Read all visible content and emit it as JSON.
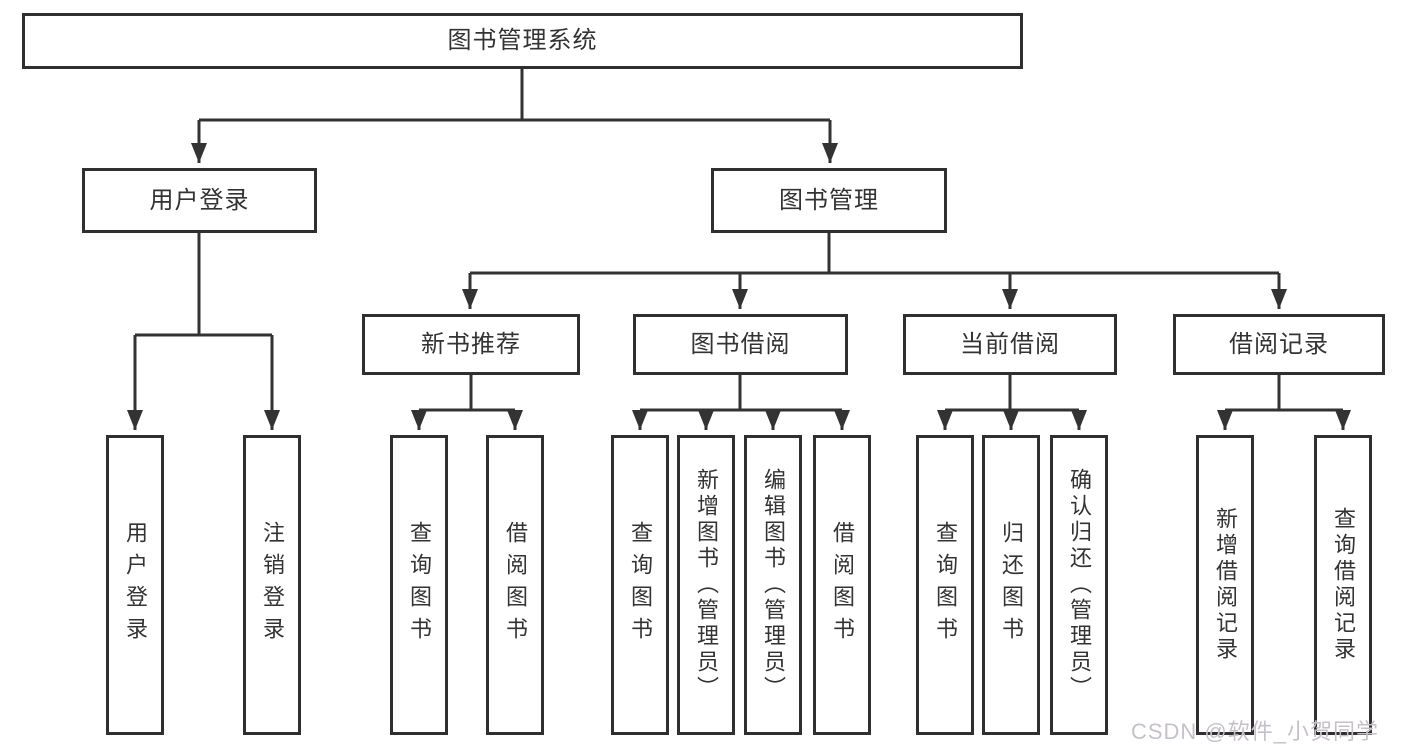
{
  "diagram": {
    "root_label": "图书管理系统",
    "user_login": {
      "label": "用户登录",
      "children": [
        "用户登录",
        "注销登录"
      ]
    },
    "book_management": {
      "label": "图书管理",
      "new_books": {
        "label": "新书推荐",
        "children": [
          "查询图书",
          "借阅图书"
        ]
      },
      "book_borrow": {
        "label": "图书借阅",
        "children": [
          "查询图书",
          "新增图书（管理员）",
          "编辑图书（管理员）",
          "借阅图书"
        ]
      },
      "current_borrow": {
        "label": "当前借阅",
        "children": [
          "查询图书",
          "归还图书",
          "确认归还（管理员）"
        ]
      },
      "borrow_records": {
        "label": "借阅记录",
        "children": [
          "新增借阅记录",
          "查询借阅记录"
        ]
      }
    }
  },
  "watermark": {
    "text": "CSDN @软件_小贺同学"
  },
  "colors": {
    "line": "#333333",
    "box_border": "#2f2f2f",
    "box_background": "#ffffff",
    "text": "#333333",
    "watermark": "#c6c1c8"
  }
}
